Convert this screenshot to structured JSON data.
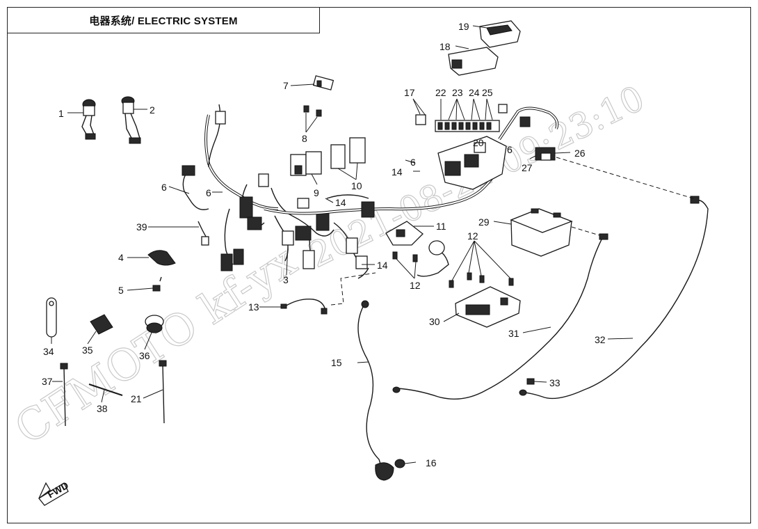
{
  "title": "电器系统/ ELECTRIC SYSTEM",
  "watermark": {
    "brand": "CFMOTO kf-yx",
    "stamp": "2021-08-21 09:23:10"
  },
  "fwd_label": "FWD",
  "callouts": {
    "c1": "1",
    "c2": "2",
    "c3": "3",
    "c4": "4",
    "c5": "5",
    "c6a": "6",
    "c6b": "6",
    "c6c": "6",
    "c6d": "6",
    "c7": "7",
    "c8": "8",
    "c9": "9",
    "c10": "10",
    "c11": "11",
    "c12a": "12",
    "c12b": "12",
    "c13": "13",
    "c14a": "14",
    "c14b": "14",
    "c14c": "14",
    "c15": "15",
    "c16": "16",
    "c17": "17",
    "c18": "18",
    "c19": "19",
    "c20": "20",
    "c21": "21",
    "c22": "22",
    "c23": "23",
    "c24": "24",
    "c25": "25",
    "c26": "26",
    "c27": "27",
    "c29": "29",
    "c30": "30",
    "c31": "31",
    "c32": "32",
    "c33": "33",
    "c34": "34",
    "c35": "35",
    "c36": "36",
    "c37": "37",
    "c38": "38",
    "c39": "39"
  }
}
